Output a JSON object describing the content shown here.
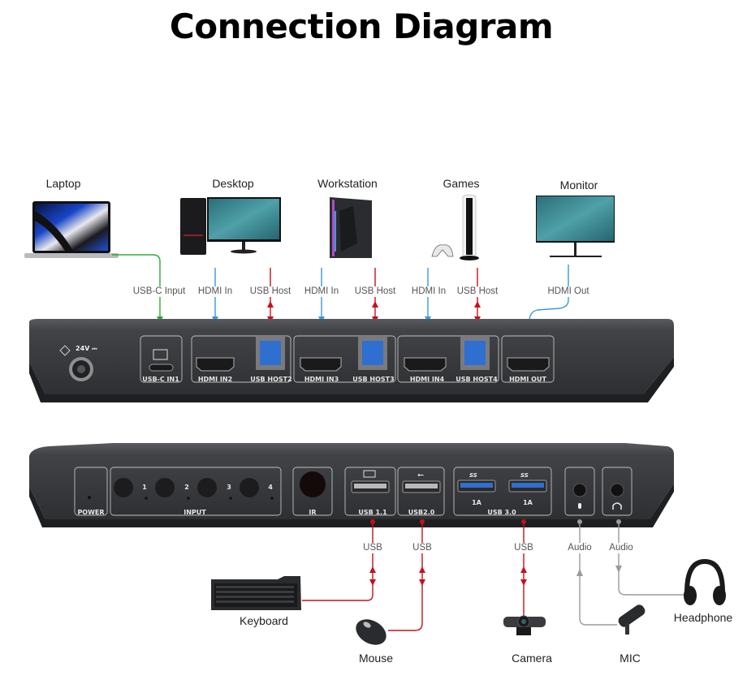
{
  "title": "Connection Diagram",
  "colors": {
    "usb_c_line": "#2eaa3c",
    "hdmi_line": "#3a9ad6",
    "usb_line": "#c4121a",
    "audio_line": "#9a9a9a",
    "device_body": "#3a3b3e",
    "port_blue": "#2f6fd0"
  },
  "top_devices": [
    {
      "name": "Laptop",
      "icon": "laptop-icon"
    },
    {
      "name": "Desktop",
      "icon": "desktop-pc-icon"
    },
    {
      "name": "Workstation",
      "icon": "workstation-tower-icon"
    },
    {
      "name": "Games",
      "icon": "game-console-icon"
    },
    {
      "name": "Monitor",
      "icon": "monitor-icon"
    }
  ],
  "top_connections": [
    {
      "label": "USB-C Input",
      "type": "usb_c"
    },
    {
      "label": "HDMI In",
      "type": "hdmi"
    },
    {
      "label": "USB Host",
      "type": "usb"
    },
    {
      "label": "HDMI In",
      "type": "hdmi"
    },
    {
      "label": "USB Host",
      "type": "usb"
    },
    {
      "label": "HDMI In",
      "type": "hdmi"
    },
    {
      "label": "USB Host",
      "type": "usb"
    },
    {
      "label": "HDMI Out",
      "type": "hdmi"
    }
  ],
  "rear_panel": {
    "power_input": "24V ⎓",
    "ports": [
      "USB-C IN1",
      "HDMI IN2",
      "USB HOST2",
      "HDMI IN3",
      "USB HOST3",
      "HDMI IN4",
      "USB HOST4",
      "HDMI OUT"
    ]
  },
  "front_panel": {
    "power_label": "POWER",
    "input_label": "INPUT",
    "input_numbers": [
      "1",
      "2",
      "3",
      "4"
    ],
    "ir_label": "IR",
    "usb11_label": "USB 1.1",
    "usb20_label": "USB2.0",
    "usb30_label": "USB 3.0",
    "usb30_ratings": [
      "1A",
      "1A"
    ],
    "usb30_logo": "SS"
  },
  "bottom_connections": [
    {
      "label": "USB",
      "type": "usb"
    },
    {
      "label": "USB",
      "type": "usb"
    },
    {
      "label": "USB",
      "type": "usb"
    },
    {
      "label": "Audio",
      "type": "audio"
    },
    {
      "label": "Audio",
      "type": "audio"
    }
  ],
  "bottom_devices": [
    {
      "name": "Keyboard",
      "icon": "keyboard-icon"
    },
    {
      "name": "Mouse",
      "icon": "mouse-icon"
    },
    {
      "name": "Camera",
      "icon": "webcam-icon"
    },
    {
      "name": "MIC",
      "icon": "microphone-icon"
    },
    {
      "name": "Headphone",
      "icon": "headphone-icon"
    }
  ]
}
